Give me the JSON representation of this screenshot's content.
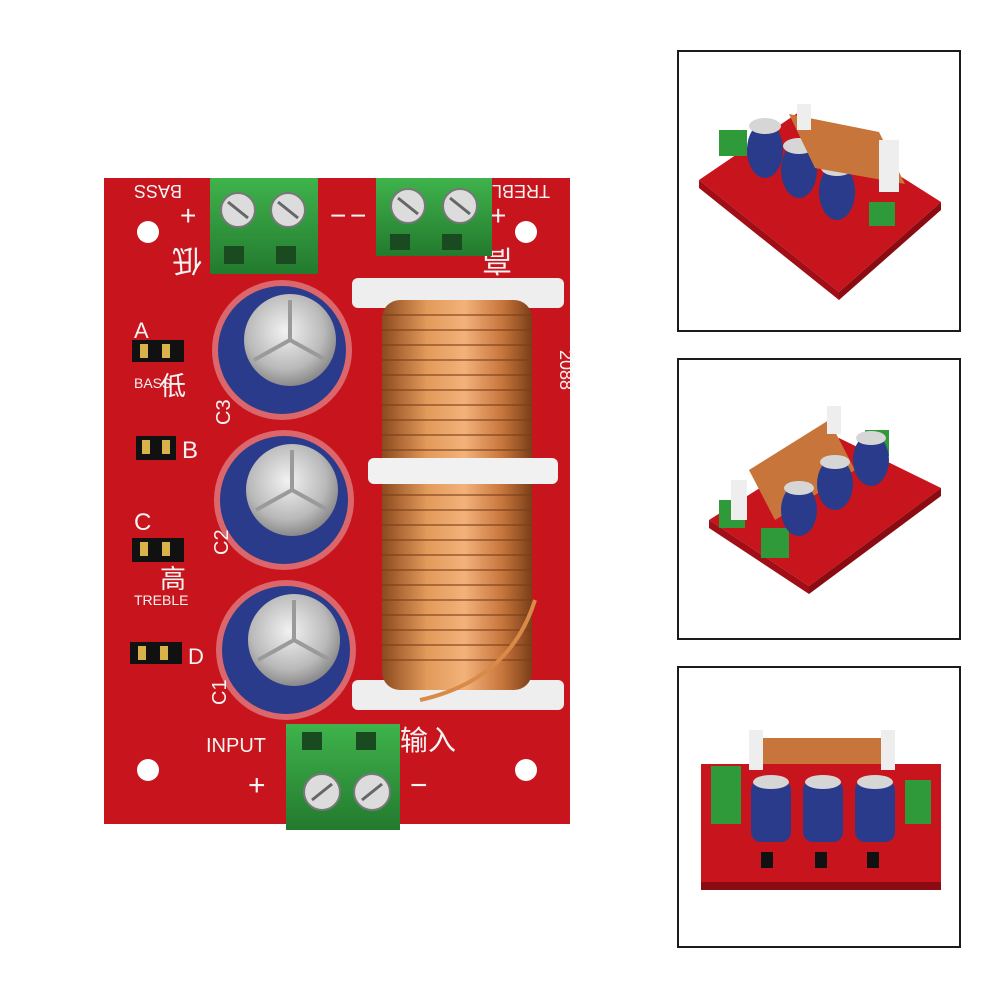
{
  "product": {
    "board_labels": {
      "bass_top": "BASS",
      "treble_top": "TREBLE",
      "plus": "+",
      "minus": "−",
      "low_cn": "低",
      "high_cn": "高",
      "input_cn": "输入",
      "input_en": "INPUT",
      "jumper_a": "A",
      "jumper_b": "B",
      "jumper_c": "C",
      "jumper_d": "D",
      "bass_side": "BASS",
      "treble_side": "TREBLE",
      "c1": "C1",
      "c2": "C2",
      "c3": "C3",
      "model": "2088"
    },
    "colors": {
      "pcb_red": "#c8141c",
      "terminal_green": "#2e9a3a",
      "capacitor_blue": "#2a3b8c",
      "copper": "#c7753a",
      "background": "#ffffff",
      "thumb_border": "#1b1b1b"
    }
  }
}
